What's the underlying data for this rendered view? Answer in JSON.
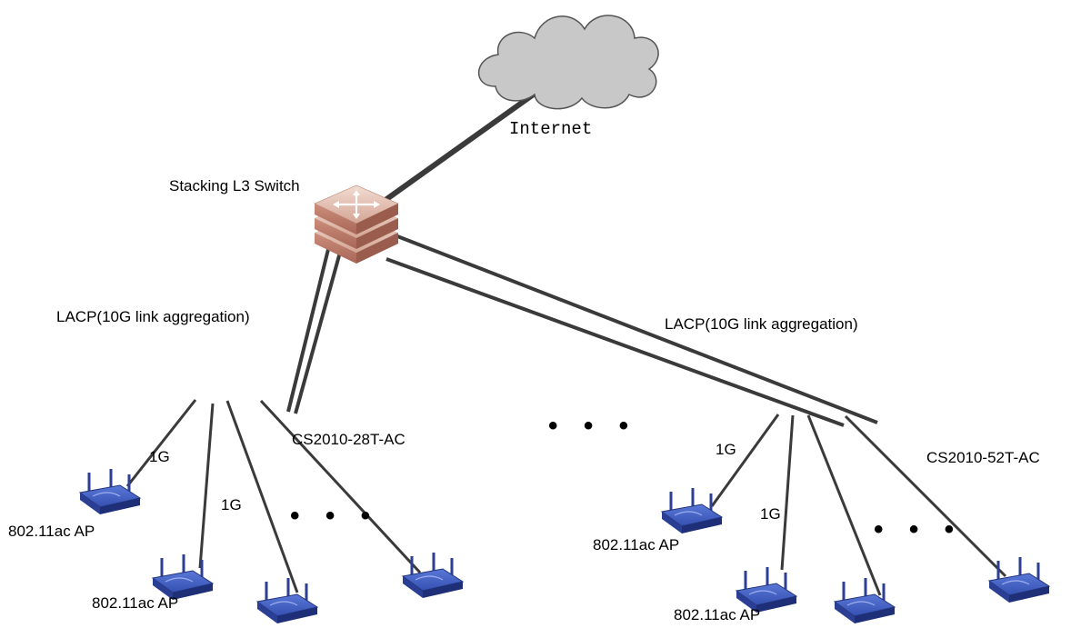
{
  "labels": {
    "internet": "Internet",
    "core_switch": "Stacking L3 Switch",
    "lacp_left": "LACP(10G link aggregation)",
    "lacp_right": "LACP(10G link aggregation)",
    "switch_left": "CS2010-28T-AC",
    "switch_right": "CS2010-52T-AC",
    "speed_1g": "1G",
    "ap": "802.11ac  AP",
    "ellipsis": "• • •"
  },
  "colors": {
    "cloud_fill": "#c8c8c8",
    "link": "#3a3a3a",
    "switch": "#c07f6f",
    "ap": "#3852b4"
  },
  "icons": [
    "cloud-icon",
    "l3-switch-icon",
    "wireless-ap-icon"
  ]
}
